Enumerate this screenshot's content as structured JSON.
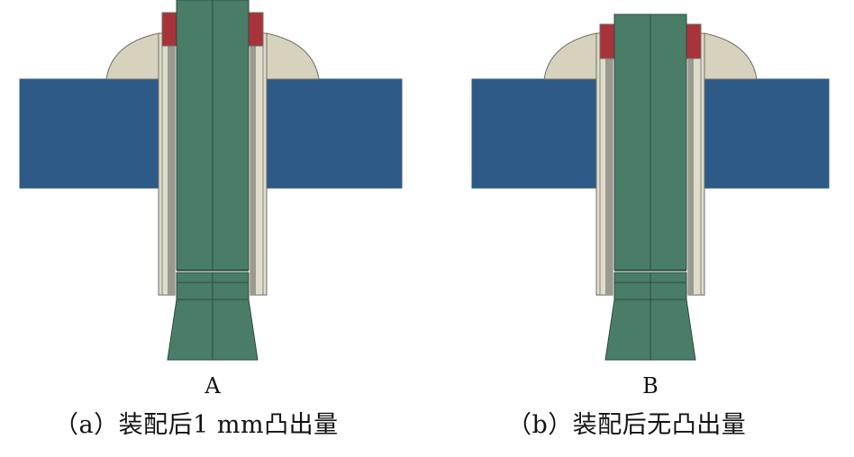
{
  "panels": [
    {
      "id": "a",
      "tag": "A",
      "caption": "（a）装配后1 mm凸出量",
      "collar_protrusion_mm": 1
    },
    {
      "id": "b",
      "tag": "B",
      "caption": "（b）装配后无凸出量",
      "collar_protrusion_mm": 0
    }
  ],
  "colors": {
    "plate": "#2e5a87",
    "pin": "#4a7d68",
    "pin_edge": "#2a4a3c",
    "sleeve": "#e0dccb",
    "sleeve_shadow": "#9c9a90",
    "collar": "#a8333a",
    "head": "#d6d2bd",
    "outline": "#6f6e66"
  }
}
